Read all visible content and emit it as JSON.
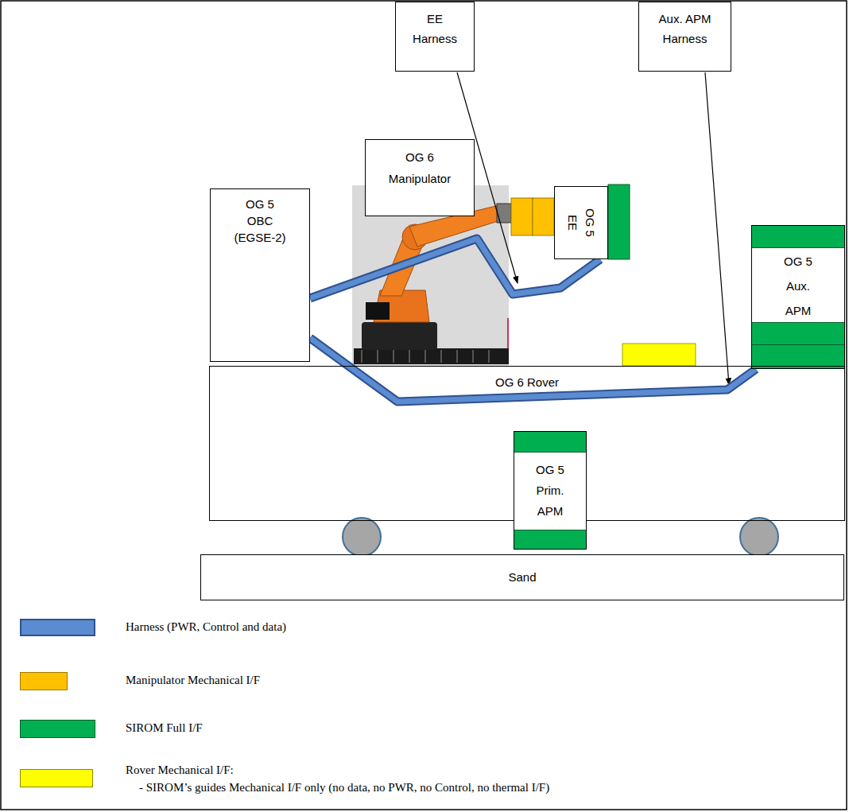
{
  "diagram": {
    "nodes": [
      {
        "text": [
          "EE Harness"
        ]
      },
      {
        "text": [
          "Aux. APM Harness"
        ]
      },
      {
        "text": [
          "OG 6 Manipulator"
        ]
      },
      {
        "text": [
          "OG 5 OBC (EGSE-2)"
        ]
      },
      {
        "text": [
          "OG 5 EE"
        ]
      },
      {
        "text": [
          "OG 5 Aux. APM"
        ]
      },
      {
        "text": [
          "OG 6 Rover"
        ]
      },
      {
        "text": [
          "OG 5 Prim. APM"
        ],
        "in": 6
      },
      {
        "text": [
          "Sand"
        ]
      }
    ],
    "edges": [
      {
        "from": 3,
        "to": 4,
        "arrow": "none"
      },
      {
        "from": 3,
        "to": 5,
        "arrow": "none"
      }
    ],
    "labels": [
      "- SIROM’s guides Mechanical I/F only (no data, no PWR, no Control, no thermal I/F)"
    ],
    "legend": [
      {
        "text": "Harness (PWR, Control and data)",
        "color": "#5b8bd0"
      },
      {
        "text": "Manipulator Mechanical I/F",
        "color": "#ffc000"
      },
      {
        "text": "SIROM Full I/F",
        "color": "#00b050"
      },
      {
        "text": "Rover Mechanical I/F:",
        "color": "#ffff00"
      }
    ]
  }
}
